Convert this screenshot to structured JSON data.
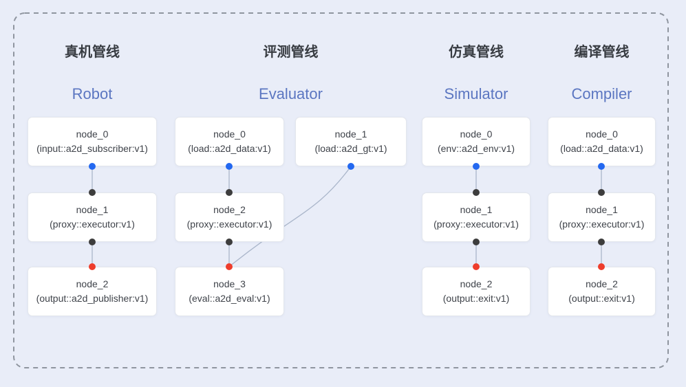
{
  "colors": {
    "background": "#e9edf8",
    "frame_dash": "#8f959f",
    "edge": "#aab6ca",
    "port_output": "#2368f0",
    "port_input": "#3d3d3d",
    "port_final": "#ee3d2c",
    "title_en_blue": "#5b76c1",
    "node_text": "#3e4249"
  },
  "pipelines": [
    {
      "title_zh": "真机管线",
      "title_en": "Robot",
      "nodes": [
        {
          "name": "node_0",
          "type": "(input::a2d_subscriber:v1)"
        },
        {
          "name": "node_1",
          "type": "(proxy::executor:v1)"
        },
        {
          "name": "node_2",
          "type": "(output::a2d_publisher:v1)"
        }
      ]
    },
    {
      "title_zh": "评测管线",
      "title_en": "Evaluator",
      "nodes": [
        {
          "name": "node_0",
          "type": "(load::a2d_data:v1)"
        },
        {
          "name": "node_1",
          "type": "(load::a2d_gt:v1)"
        },
        {
          "name": "node_2",
          "type": "(proxy::executor:v1)"
        },
        {
          "name": "node_3",
          "type": "(eval::a2d_eval:v1)"
        }
      ]
    },
    {
      "title_zh": "仿真管线",
      "title_en": "Simulator",
      "nodes": [
        {
          "name": "node_0",
          "type": "(env::a2d_env:v1)"
        },
        {
          "name": "node_1",
          "type": "(proxy::executor:v1)"
        },
        {
          "name": "node_2",
          "type": "(output::exit:v1)"
        }
      ]
    },
    {
      "title_zh": "编译管线",
      "title_en": "Compiler",
      "nodes": [
        {
          "name": "node_0",
          "type": "(load::a2d_data:v1)"
        },
        {
          "name": "node_1",
          "type": "(proxy::executor:v1)"
        },
        {
          "name": "node_2",
          "type": "(output::exit:v1)"
        }
      ]
    }
  ]
}
